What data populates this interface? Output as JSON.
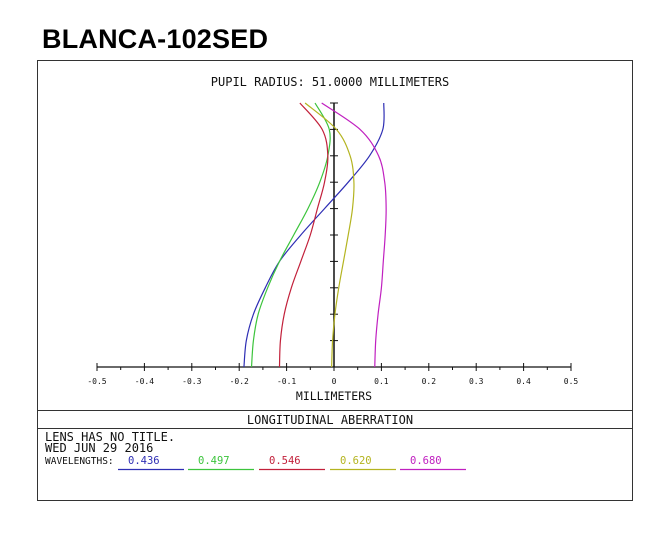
{
  "page_title": "BLANCA-102SED",
  "chart_data": {
    "type": "line",
    "title": "PUPIL RADIUS: 51.0000 MILLIMETERS",
    "xlabel": "MILLIMETERS",
    "ylabel": "",
    "xlim": [
      -0.5,
      0.5
    ],
    "ylim": [
      0,
      1
    ],
    "x_ticks": [
      "-0.5",
      "-0.4",
      "-0.3",
      "-0.2",
      "-0.1",
      "0",
      "0.1",
      "0.2",
      "0.3",
      "0.4",
      "0.5"
    ],
    "pupil": [
      0,
      0.1,
      0.2,
      0.3,
      0.4,
      0.5,
      0.6,
      0.7,
      0.8,
      0.9,
      1.0
    ],
    "series": [
      {
        "name": "0.436",
        "color": "#2e2eb4",
        "values": [
          -0.19,
          -0.185,
          -0.17,
          -0.145,
          -0.115,
          -0.07,
          -0.02,
          0.03,
          0.075,
          0.103,
          0.105
        ]
      },
      {
        "name": "0.497",
        "color": "#3cc43c",
        "values": [
          -0.174,
          -0.17,
          -0.16,
          -0.14,
          -0.115,
          -0.085,
          -0.055,
          -0.03,
          -0.013,
          -0.01,
          -0.04
        ]
      },
      {
        "name": "0.546",
        "color": "#c2203a",
        "values": [
          -0.115,
          -0.113,
          -0.105,
          -0.09,
          -0.07,
          -0.05,
          -0.035,
          -0.02,
          -0.013,
          -0.025,
          -0.072
        ]
      },
      {
        "name": "0.620",
        "color": "#b4b420",
        "values": [
          -0.005,
          -0.003,
          0.002,
          0.01,
          0.02,
          0.03,
          0.039,
          0.042,
          0.034,
          0.005,
          -0.061
        ]
      },
      {
        "name": "0.680",
        "color": "#c020c0",
        "values": [
          0.086,
          0.088,
          0.093,
          0.1,
          0.104,
          0.108,
          0.11,
          0.107,
          0.094,
          0.055,
          -0.026
        ]
      }
    ]
  },
  "footer": {
    "plot_name": "LONGITUDINAL ABERRATION",
    "lens_title": "LENS HAS NO TITLE.",
    "date": "WED JUN 29 2016",
    "wavelengths_label": "WAVELENGTHS:"
  }
}
